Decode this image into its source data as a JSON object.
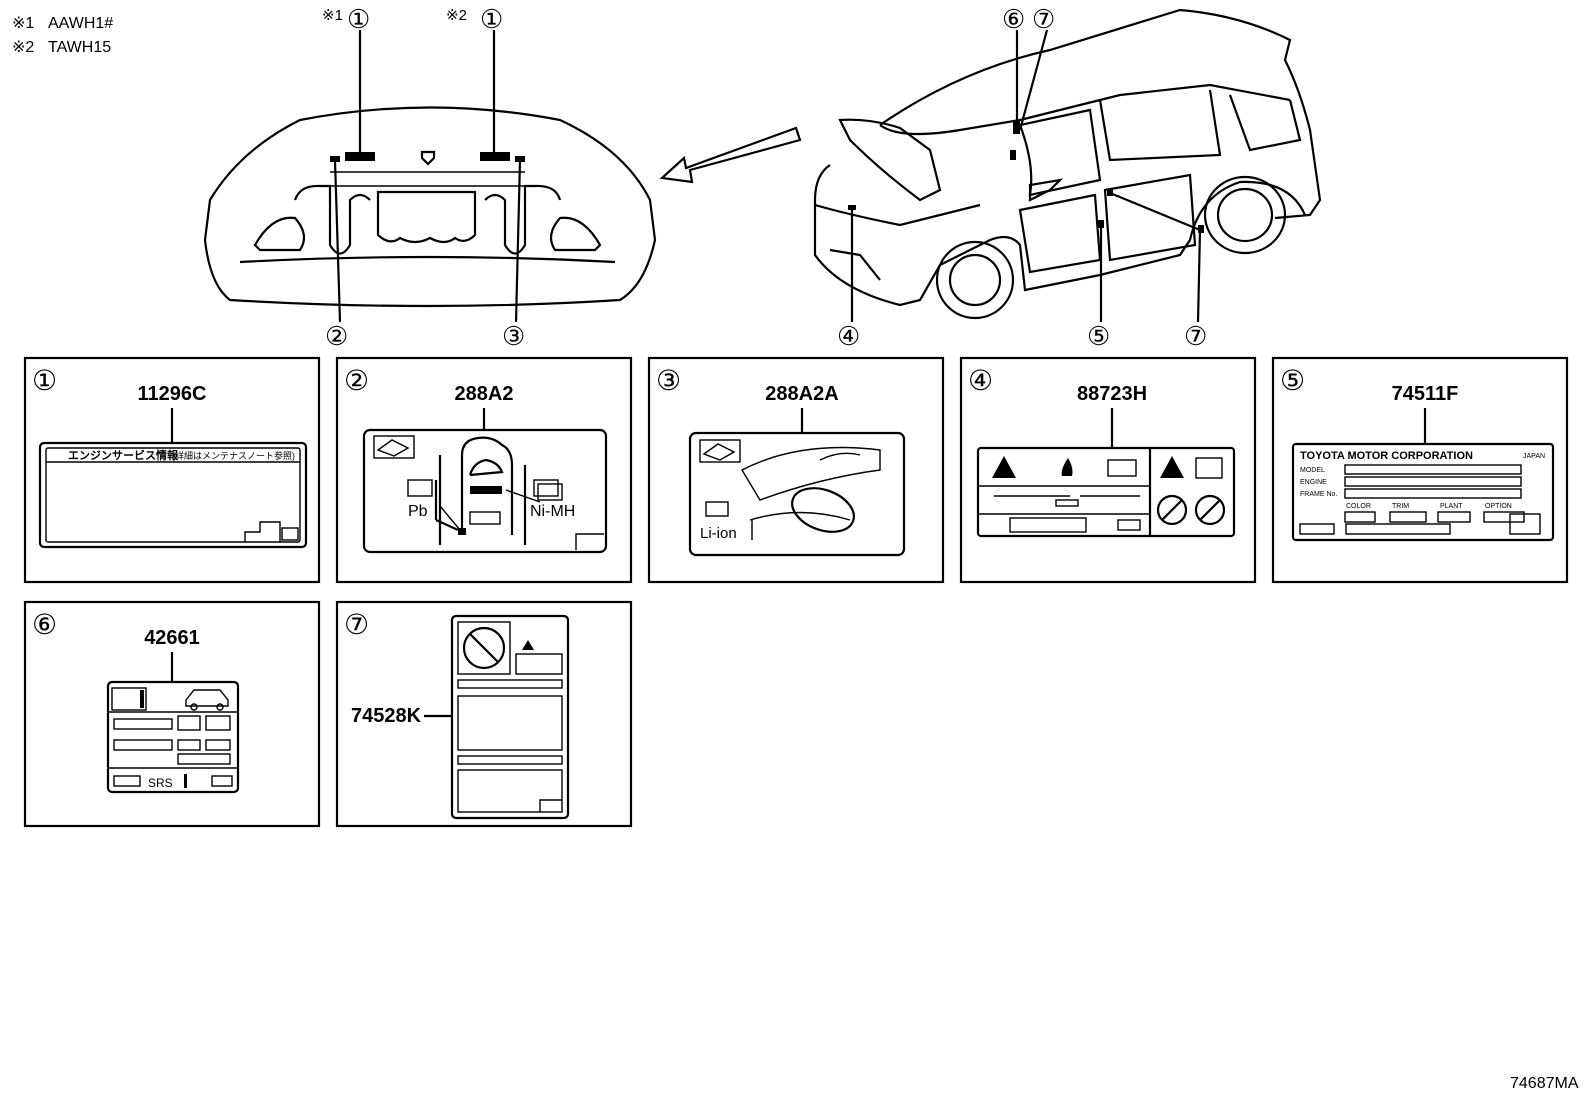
{
  "notes": [
    {
      "mark": "※1",
      "text": "AAWH1#"
    },
    {
      "mark": "※2",
      "text": "TAWH15"
    }
  ],
  "callouts": {
    "hood_top_1a_mark": "※1",
    "hood_top_1a": "①",
    "hood_top_1b_mark": "※2",
    "hood_top_1b": "①",
    "hood_bottom_2": "②",
    "hood_bottom_3": "③",
    "car_top_6": "⑥",
    "car_top_7": "⑦",
    "car_bottom_4": "④",
    "car_bottom_5": "⑤",
    "car_bottom_7": "⑦"
  },
  "panels": [
    {
      "num": "①",
      "part": "11296C",
      "label_title": "エンジンサービス情報",
      "label_sub": "(詳細はメンテナスノート参照)"
    },
    {
      "num": "②",
      "part": "288A2",
      "text_a": "Pb",
      "text_b": "Ni-MH"
    },
    {
      "num": "③",
      "part": "288A2A",
      "text_a": "Li-ion"
    },
    {
      "num": "④",
      "part": "88723H"
    },
    {
      "num": "⑤",
      "part": "74511F",
      "maker": "TOYOTA MOTOR CORPORATION",
      "country": "JAPAN",
      "fields": [
        "MODEL",
        "ENGINE",
        "FRAME No."
      ],
      "cols": [
        "COLOR",
        "TRIM",
        "PLANT",
        "OPTION"
      ]
    },
    {
      "num": "⑥",
      "part": "42661",
      "text_a": "SRS"
    },
    {
      "num": "⑦",
      "part": "74528K"
    }
  ],
  "diagram_code": "74687MA"
}
